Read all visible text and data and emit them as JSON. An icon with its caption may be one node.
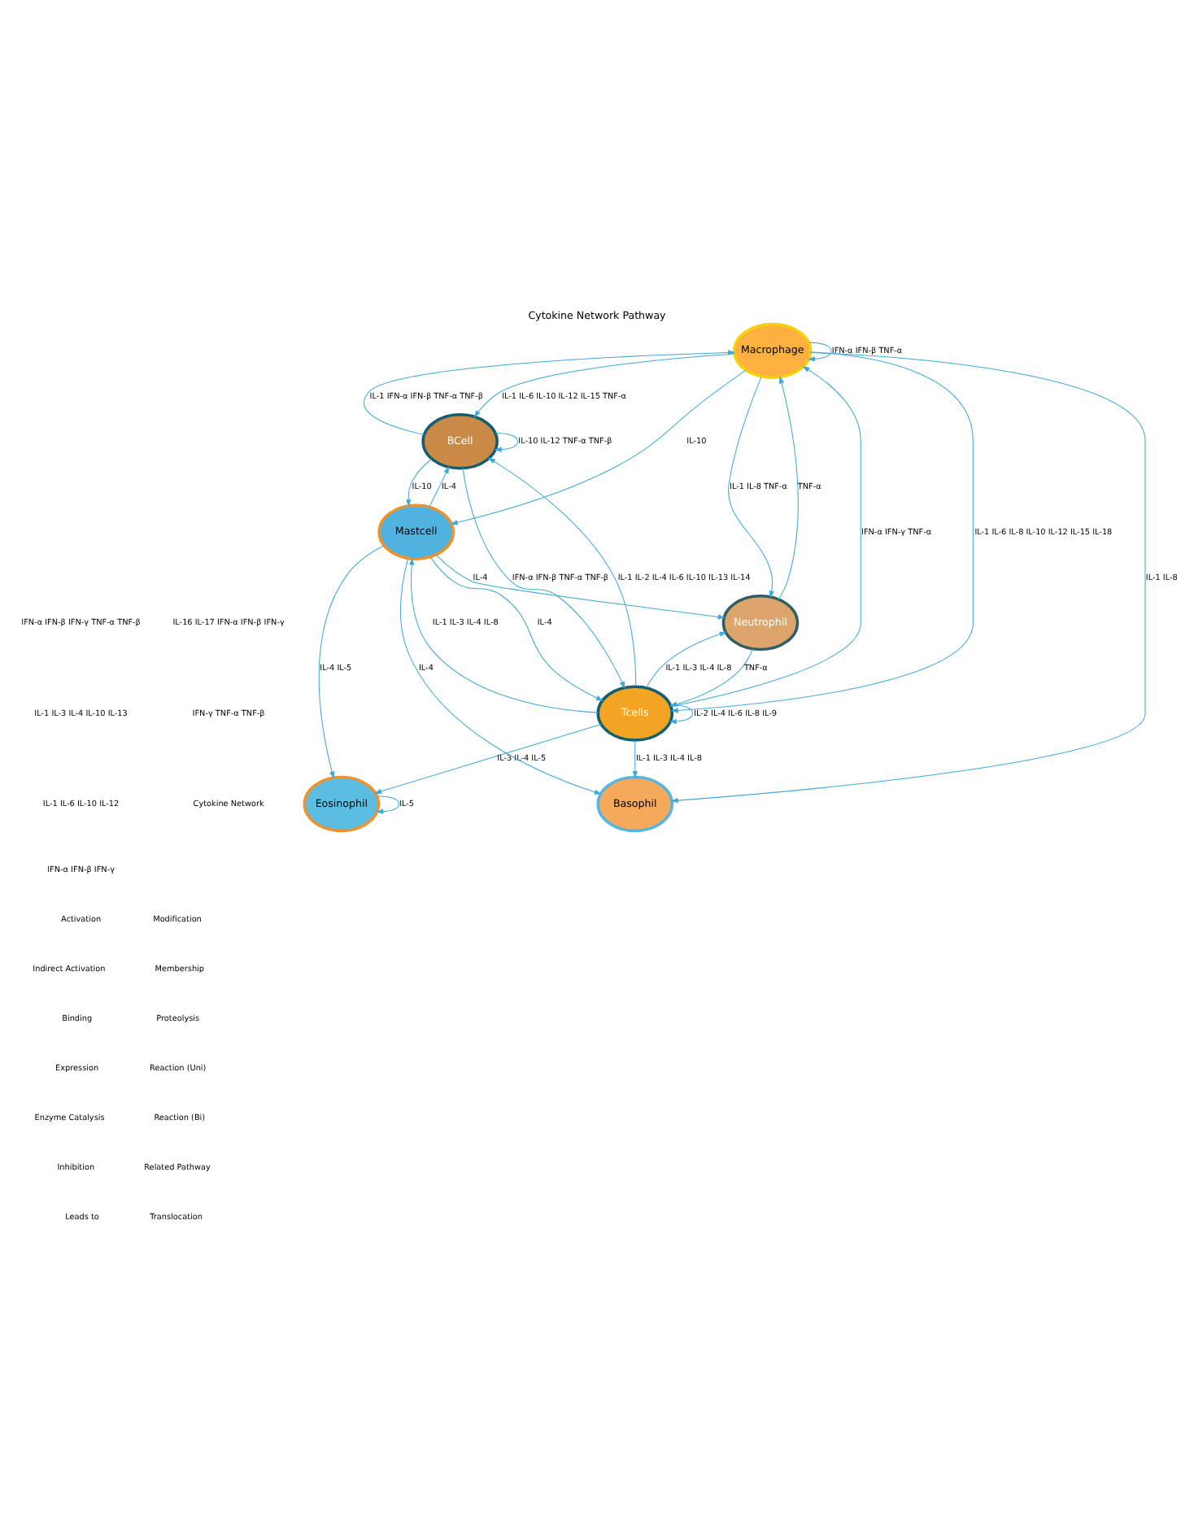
{
  "diagram": {
    "title": "Cytokine Network Pathway",
    "nodes": [
      {
        "text": [
          "Macrophage"
        ]
      },
      {
        "text": [
          "BCell"
        ]
      },
      {
        "text": [
          "Neutrophil"
        ]
      },
      {
        "text": [
          "Eosinophil"
        ]
      },
      {
        "text": [
          "Tcells"
        ]
      },
      {
        "text": [
          "Basophil"
        ]
      },
      {
        "text": [
          "Mastcell"
        ]
      }
    ],
    "edges": [
      {
        "from": 0,
        "to": 0,
        "arrow": "to",
        "label": "IFN-α IFN-β TNF-α"
      },
      {
        "from": 0,
        "to": 1,
        "arrow": "to",
        "label": "IL-1 IL-6 IL-10 IL-12 IL-15 TNF-α"
      },
      {
        "from": 1,
        "to": 1,
        "arrow": "to",
        "label": "IL-10 IL-12 TNF-α TNF-β"
      },
      {
        "from": 1,
        "to": 0,
        "arrow": "to",
        "label": "IL-1 IFN-α IFN-β TNF-α TNF-β"
      },
      {
        "from": 0,
        "to": 4,
        "arrow": "to",
        "label": "IL-1 IL-6 IL-8 IL-10 IL-12 IL-15 IL-18"
      },
      {
        "from": 4,
        "to": 0,
        "arrow": "to",
        "label": "IFN-α IFN-γ TNF-α"
      },
      {
        "from": 0,
        "to": 2,
        "arrow": "to",
        "label": "IL-1 IL-8 TNF-α"
      },
      {
        "from": 2,
        "to": 0,
        "arrow": "to",
        "label": "TNF-α"
      },
      {
        "from": 0,
        "to": 5,
        "arrow": "to",
        "label": "IL-1 IL-8"
      },
      {
        "from": 0,
        "to": 6,
        "arrow": "to",
        "label": "IL-10"
      },
      {
        "from": 3,
        "to": 3,
        "arrow": "to",
        "label": "IL-5"
      },
      {
        "from": 1,
        "to": 4,
        "arrow": "to",
        "label": "IFN-α IFN-β TNF-α TNF-β"
      },
      {
        "from": 4,
        "to": 1,
        "arrow": "to",
        "label": "IL-1 IL-2 IL-4 IL-6 IL-10 IL-13 IL-14"
      },
      {
        "from": 2,
        "to": 4,
        "arrow": "to",
        "label": "TNF-α"
      },
      {
        "from": 4,
        "to": 2,
        "arrow": "to",
        "label": "IL-1 IL-3 IL-4 IL-8"
      },
      {
        "from": 4,
        "to": 4,
        "arrow": "to",
        "label": "IL-2 IL-4 IL-6 IL-8 IL-9"
      },
      {
        "from": 4,
        "to": 5,
        "arrow": "to",
        "label": "IL-1 IL-3 IL-4 IL-8"
      },
      {
        "from": 4,
        "to": 3,
        "arrow": "to",
        "label": "IL-3 IL-4 IL-5"
      },
      {
        "from": 4,
        "to": 6,
        "arrow": "to",
        "label": "IL-1 IL-3 IL-4 IL-8"
      },
      {
        "from": 6,
        "to": 4,
        "arrow": "to",
        "label": "IL-4"
      },
      {
        "from": 6,
        "to": 1,
        "arrow": "to",
        "label": "IL-4"
      },
      {
        "from": 1,
        "to": 6,
        "arrow": "to",
        "label": "IL-10"
      },
      {
        "from": 6,
        "to": 2,
        "arrow": "to",
        "label": "IL-4"
      },
      {
        "from": 6,
        "to": 5,
        "arrow": "to",
        "label": "IL-4"
      },
      {
        "from": 6,
        "to": 3,
        "arrow": "to",
        "label": "IL-4 IL-5"
      }
    ],
    "labels": [
      "IFN-α IFN-β IFN-γ TNF-α TNF-β",
      "IL-1 IL-3 IL-4 IL-10 IL-13",
      "IL-1 IL-6 IL-10 IL-12",
      "IFN-α IFN-β IFN-γ",
      "IL-16 IL-17 IFN-α IFN-β IFN-γ",
      "IFN-γ TNF-α TNF-β",
      "Cytokine Network"
    ],
    "legend": [
      {
        "text": "Activation"
      },
      {
        "text": "Indirect Activation"
      },
      {
        "text": "Binding"
      },
      {
        "text": "Expression"
      },
      {
        "text": "Enzyme Catalysis"
      },
      {
        "text": "Inhibition"
      },
      {
        "text": "Leads to"
      },
      {
        "text": "Modification"
      },
      {
        "text": "Membership"
      },
      {
        "text": "Proteolysis"
      },
      {
        "text": "Reaction (Uni)"
      },
      {
        "text": "Reaction (Bi)"
      },
      {
        "text": "Related Pathway"
      },
      {
        "text": "Translocation"
      }
    ]
  }
}
